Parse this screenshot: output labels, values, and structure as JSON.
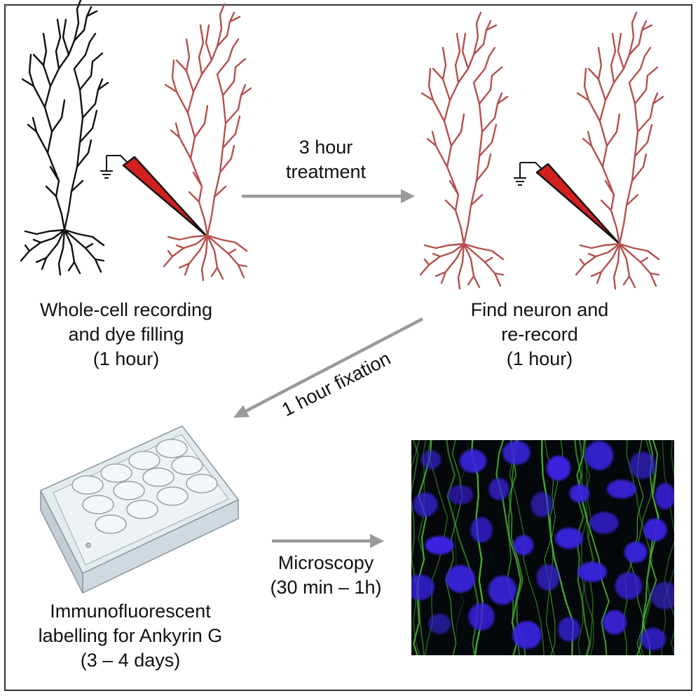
{
  "steps": {
    "recording": {
      "lines": [
        "Whole-cell recording",
        "and dye filling",
        "(1 hour)"
      ]
    },
    "treatment": {
      "lines": [
        "3 hour",
        "treatment"
      ]
    },
    "rerecord": {
      "lines": [
        "Find neuron and",
        "re-record",
        "(1 hour)"
      ]
    },
    "fixation": {
      "text": "1 hour fixation"
    },
    "labelling": {
      "lines": [
        "Immunofluorescent",
        "labelling for Ankyrin G",
        "(3 – 4 days)"
      ]
    },
    "microscopy": {
      "lines": [
        "Microscopy",
        "(30 min – 1h)"
      ]
    }
  },
  "colors": {
    "neuron_unfilled": "#111111",
    "neuron_filled": "#b5504c",
    "electrode": "#d21f1f",
    "arrow": "#9a9a9a",
    "nuclei_stain": "#3a22e0",
    "ankyrin_g_stain": "#56d43a",
    "plate": "#dfe7ec"
  },
  "icons": {
    "neuron": "pyramidal-neuron-icon",
    "electrode": "patch-electrode-icon",
    "ground": "ground-symbol-icon",
    "plate": "well-plate-icon"
  }
}
